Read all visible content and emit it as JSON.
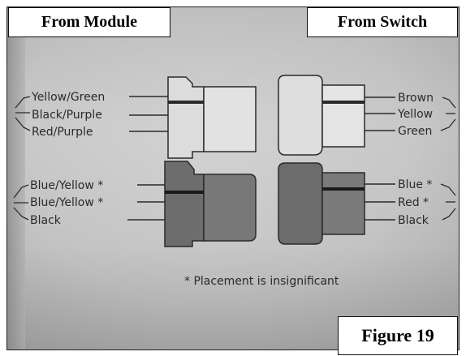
{
  "header": {
    "left_caption": "From Module",
    "right_caption": "From Switch"
  },
  "figure_label": "Figure 19",
  "module_connectors": {
    "top": [
      "Yellow/Green",
      "Black/Purple",
      "Red/Purple"
    ],
    "bottom": [
      "Blue/Yellow *",
      "Blue/Yellow *",
      "Black"
    ]
  },
  "switch_connectors": {
    "top": [
      "Brown",
      "Yellow",
      "Green"
    ],
    "bottom": [
      "Blue *",
      "Red *",
      "Black"
    ]
  },
  "note": "* Placement is insignificant",
  "colors": {
    "paper": "#c6c6c6",
    "connector_dark": "#6f6f6f",
    "connector_light": "#d8d8d8",
    "line": "#2a2a2a"
  }
}
